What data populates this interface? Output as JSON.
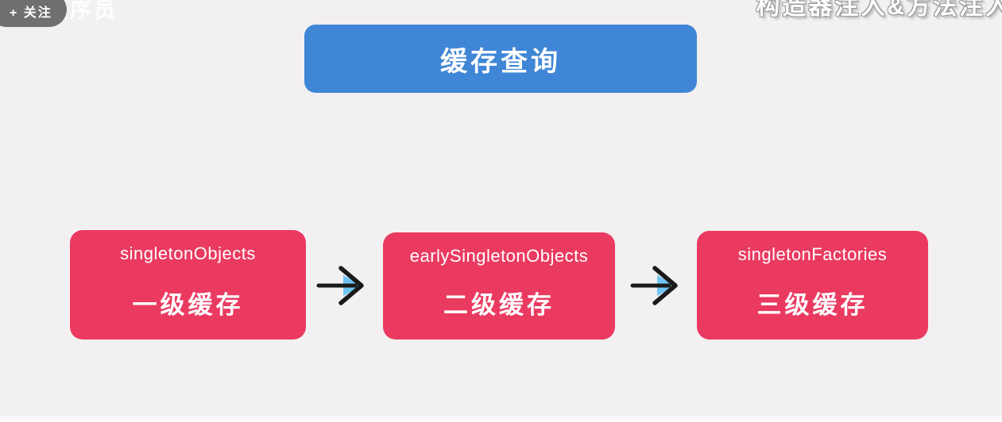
{
  "page": {
    "background_color": "#f2f0f1",
    "bottom_strip_color": "#fcfbfd"
  },
  "overlay": {
    "follow_button_label": "+ 关注",
    "watermark_text": "程序员",
    "top_right_title": "构造器注入&方法注入"
  },
  "diagram": {
    "title_box": {
      "label": "缓存查询",
      "color": "#3f86d6"
    },
    "cache_box_color": "#ea3a60",
    "cache_boxes": [
      {
        "code": "singletonObjects",
        "label": "一级缓存"
      },
      {
        "code": "earlySingletonObjects",
        "label": "二级缓存"
      },
      {
        "code": "singletonFactories",
        "label": "三级缓存"
      }
    ],
    "arrow": {
      "line_color": "#1a1a1a",
      "accent_color": "#6fc4f1",
      "direction": "right"
    }
  }
}
